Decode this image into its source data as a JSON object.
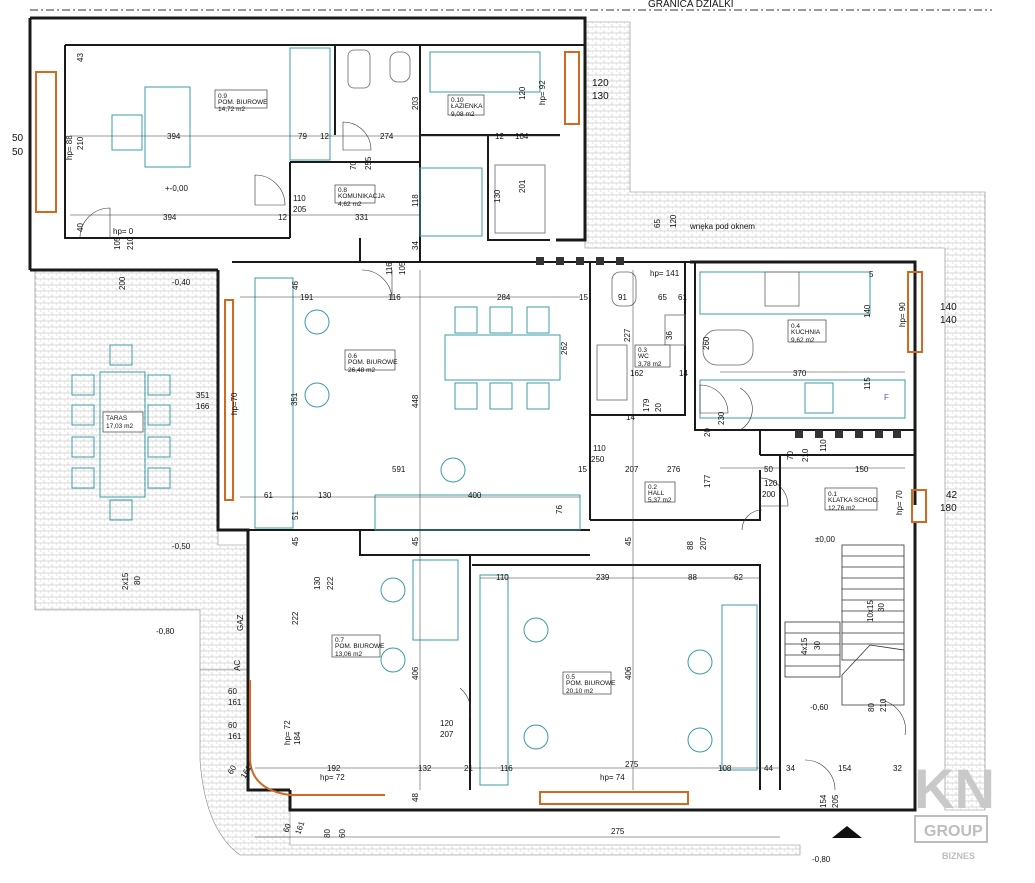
{
  "plot_boundary": "GRANICA DZIALKI",
  "rooms": [
    {
      "id": "0.9",
      "name": "POM. BIUROWE",
      "area": "14,72 m2"
    },
    {
      "id": "0.10",
      "name": "ŁAZIENKA",
      "area": "9,08 m2"
    },
    {
      "id": "0.8",
      "name": "KOMUNIKACJA",
      "area": "4,62 m2"
    },
    {
      "id": "0.6",
      "name": "POM. BIUROWE",
      "area": "26,48 m2"
    },
    {
      "id": "0.3",
      "name": "WC",
      "area": "3,78 m2"
    },
    {
      "id": "0.4",
      "name": "KUCHNIA",
      "area": "9,62 m2"
    },
    {
      "id": "0.2",
      "name": "HALL",
      "area": "5,37 m2"
    },
    {
      "id": "0.1",
      "name": "KLATKA SCHOD.",
      "area": "12,76 m2"
    },
    {
      "id": "0.7",
      "name": "POM. BIUROWE",
      "area": "13,06 m2"
    },
    {
      "id": "0.5",
      "name": "POM. BIUROWE",
      "area": "20,10 m2"
    },
    {
      "id": "TARAS",
      "name": "",
      "area": "17,03 m2"
    }
  ],
  "levels": [
    "+-0,00",
    "-0,40",
    "-0,50",
    "-0,80",
    "±0,00",
    "-0,60",
    "-0,80"
  ],
  "notes": {
    "niche": "wnęka pod oknem",
    "gas": "GAZ",
    "ac": "AC",
    "kitchen_f": "F"
  },
  "window_marks": {
    "w_left": "50",
    "w_left2": "50",
    "w_top1": "120",
    "w_top2": "130",
    "w_right1": "140",
    "w_right2": "140",
    "w_right3": "42",
    "w_right4": "180",
    "hp_top": "hp= 92",
    "hp_left": "hp= 88",
    "hp_door": "hp= 0",
    "hp_kitchen": "hp= 90",
    "hp_141": "hp= 141",
    "hp_70": "hp=70",
    "hp_stair": "hp= 70",
    "hp_72a": "hp= 72",
    "hp_72b": "hp= 72",
    "hp_74": "hp= 74"
  },
  "dims": {
    "d394a": "394",
    "d394b": "394",
    "d79": "79",
    "d12a": "12",
    "d274": "274",
    "d12b": "12",
    "d104": "104",
    "d331": "331",
    "d43": "43",
    "d210": "210",
    "d40": "40",
    "d203": "203",
    "d120": "120",
    "d118": "118",
    "d201": "201",
    "d130": "130",
    "d110a": "110",
    "d205": "205",
    "d12c": "12",
    "d70": "70",
    "d255": "255",
    "d105": "105",
    "d210b": "210",
    "d200": "200",
    "d65": "65",
    "d120b": "120",
    "d34": "34",
    "d116a": "116",
    "d105b": "105",
    "d116b": "116",
    "d191": "191",
    "d46": "46",
    "d284": "284",
    "d15a": "15",
    "d91": "91",
    "d65b": "65",
    "d61": "61",
    "d5": "5",
    "d351": "351",
    "d166": "166",
    "d351b": "351",
    "d448": "448",
    "d262": "262",
    "d227": "227",
    "d36": "36",
    "d260": "260",
    "d140": "140",
    "d162": "162",
    "d14a": "14",
    "d370": "370",
    "d115": "115",
    "d179": "179",
    "d20": "20",
    "d14b": "14",
    "d20b": "20",
    "d230": "230",
    "d110b": "110",
    "d250": "250",
    "d591": "591",
    "d15b": "15",
    "d207": "207",
    "d276": "276",
    "d177": "177",
    "d50": "50",
    "d70b": "70",
    "d210c": "210",
    "d150": "150",
    "d110c": "110",
    "d120c": "120",
    "d200b": "200",
    "d61b": "61",
    "d130b": "130",
    "d400": "400",
    "d76": "76",
    "d51": "51",
    "d45a": "45",
    "d45b": "45",
    "d45c": "45",
    "d88": "88",
    "d207b": "207",
    "d110d": "110",
    "d239": "239",
    "d88b": "88",
    "d62": "62",
    "d130c": "130",
    "d222a": "222",
    "d222b": "222",
    "d406a": "406",
    "d406b": "406",
    "d2x15": "2x15",
    "d80": "80",
    "d10x15": "10x15",
    "d30": "30",
    "d4x15": "4x15",
    "d30b": "30",
    "d60a": "60",
    "d161a": "161",
    "d60b": "60",
    "d161b": "161",
    "d184": "184",
    "d120d": "120",
    "d207c": "207",
    "d192": "192",
    "d132": "132",
    "d21": "21",
    "d116c": "116",
    "d275": "275",
    "d108": "108",
    "d44": "44",
    "d34b": "34",
    "d154": "154",
    "d32": "32",
    "d48": "48",
    "d60c": "60",
    "d60d": "60",
    "d161c": "161",
    "d161d": "161",
    "d80b": "80",
    "d60e": "60",
    "d275b": "275",
    "d154b": "154",
    "d205b": "205",
    "d80c": "80",
    "d210d": "210"
  },
  "logo": {
    "mark": "KN",
    "group": "GROUP",
    "sub": "BIZNES"
  },
  "colors": {
    "wall": "#1a1a1a",
    "furniture": "#3a9ca8",
    "window": "#d2691e",
    "hatch": "#9a9a9a"
  }
}
